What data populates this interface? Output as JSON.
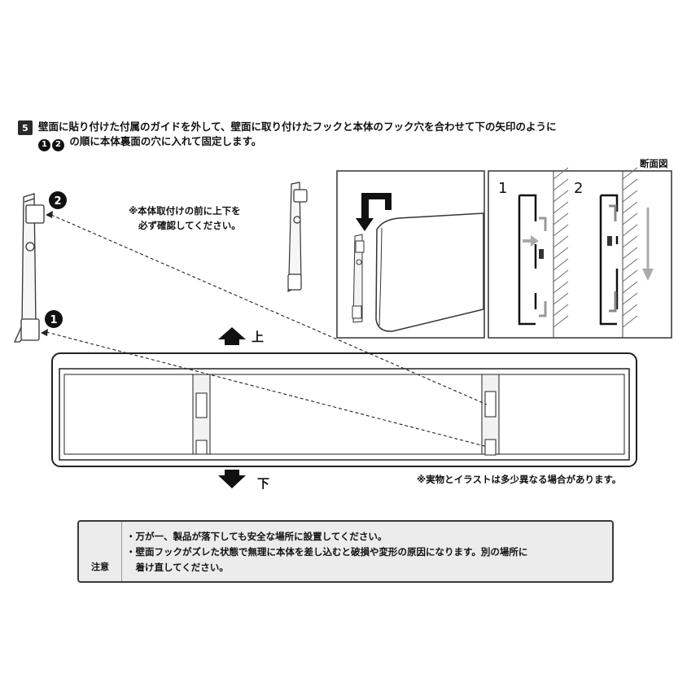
{
  "instruction": {
    "step_number": "5",
    "line1": "壁面に貼り付けた付属のガイドを外して、壁面に取り付けたフックと本体のフック穴を合わせて下の矢印のように",
    "marker1": "1",
    "marker2": "2",
    "line2_rest": "の順に本体裏面の穴に入れて固定します。"
  },
  "pre_install_note": {
    "line1": "※本体取付けの前に上下を",
    "line2": "必ず確認してください。"
  },
  "cross_section_label": "断面図",
  "panel_step_labels": [
    "1",
    "2"
  ],
  "hook_numbers": [
    "2",
    "1"
  ],
  "direction_up": "上",
  "direction_down": "下",
  "disclaimer": "※実物とイラストは多少異なる場合があります。",
  "caution": {
    "label": "注意",
    "icon": "warning-triangle-icon",
    "lines": [
      "・万が一、製品が落下しても安全な場所に設置してください。",
      "・壁面フックがズレた状態で無理に本体を差し込むと破損や変形の原因になります。別の場所に",
      "　着け直してください。"
    ]
  }
}
